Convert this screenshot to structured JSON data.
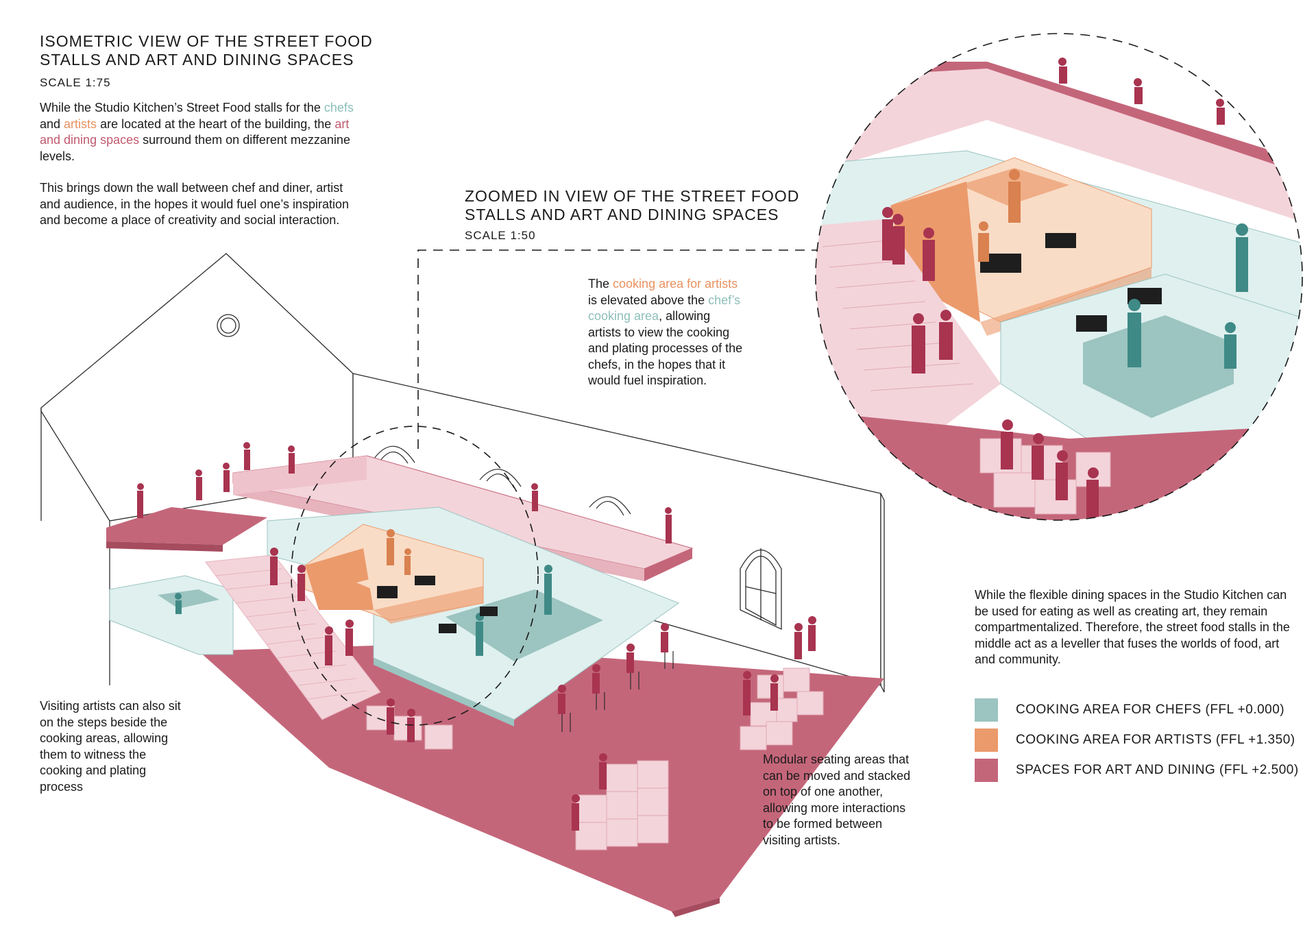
{
  "main_title": "ISOMETRIC VIEW OF THE STREET FOOD\nSTALLS AND ART AND DINING SPACES",
  "main_scale": "SCALE 1:75",
  "intro": {
    "p1_a": "While the Studio Kitchen’s Street Food stalls for the ",
    "p1_chefs": "chefs",
    "p1_b": " and ",
    "p1_artists": "artists",
    "p1_c": " are located at the heart of the building, the ",
    "p1_spaces": "art and dining spaces",
    "p1_d": " surround them on different mezzanine levels.",
    "p2": "This brings down the wall between chef and diner, artist and audience, in the hopes it would fuel one’s inspiration and become a place of creativity and social interaction."
  },
  "zoom_title": "ZOOMED IN VIEW OF THE STREET FOOD\nSTALLS AND ART AND DINING SPACES",
  "zoom_scale": "SCALE 1:50",
  "cooking_note": {
    "a": "The ",
    "artists_area": "cooking area for artists",
    "b": " is elevated above the ",
    "chefs_area": "chef’s cooking area",
    "c": ", allowing artists to view the cooking and plating processes of the chefs, in the hopes that it would fuel inspiration."
  },
  "steps_note": "Visiting artists can also sit on the steps beside the cooking areas, allowing them to witness the cooking and plating process",
  "modular_note": "Modular seating areas that can be moved and stacked on top of one another, allowing more interactions to be formed between visiting artists.",
  "flexible_note": "While the flexible dining spaces in the Studio Kitchen can be used for eating as well as creating art, they remain compartmentalized. Therefore, the street food stalls in the middle act as a leveller that fuses the worlds of food, art and community.",
  "legend": [
    {
      "label": "COOKING AREA FOR CHEFS (FFL +0.000)",
      "color": "#9cc4c0"
    },
    {
      "label": "COOKING AREA FOR ARTISTS (FFL +1.350)",
      "color": "#eb9a6c"
    },
    {
      "label": "SPACES FOR ART AND DINING (FFL +2.500)",
      "color": "#c4667a"
    }
  ],
  "colors": {
    "chef_teal": "#9cc4c0",
    "chef_teal_light": "#dff0ef",
    "artist_orange": "#eb9a6c",
    "artist_orange_light": "#f9dcc6",
    "dining_rose": "#c4667a",
    "dining_rose_light": "#f3d4da",
    "figure_red": "#a83450",
    "figure_teal": "#3f8a86",
    "figure_orange": "#d9814f"
  }
}
